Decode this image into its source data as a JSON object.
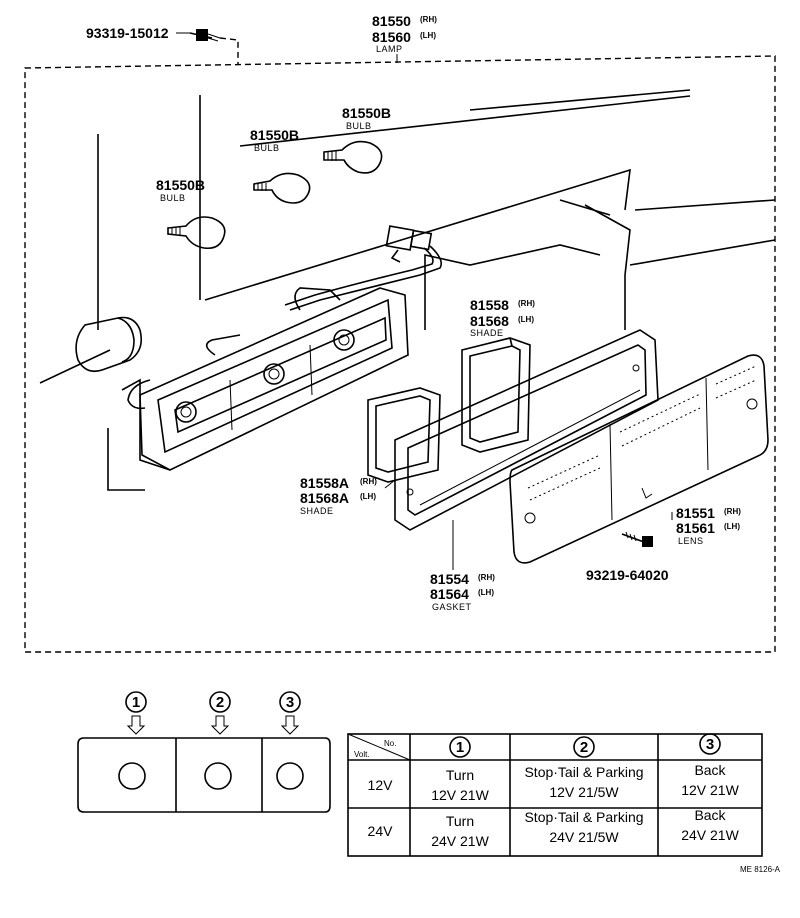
{
  "parts": {
    "screw_top": {
      "number": "93319-15012"
    },
    "lamp": {
      "number_rh": "81550",
      "number_lh": "81560",
      "side_rh": "(RH)",
      "side_lh": "(LH)",
      "name": "LAMP"
    },
    "bulb_a": {
      "number": "81550B",
      "name": "BULB"
    },
    "bulb_b": {
      "number": "81550B",
      "name": "BULB"
    },
    "bulb_c": {
      "number": "81550B",
      "name": "BULB"
    },
    "shade_upper": {
      "number_rh": "81558",
      "number_lh": "81568",
      "side_rh": "(RH)",
      "side_lh": "(LH)",
      "name": "SHADE"
    },
    "shade_lower": {
      "number_rh": "81558A",
      "number_lh": "81568A",
      "side_rh": "(RH)",
      "side_lh": "(LH)",
      "name": "SHADE"
    },
    "gasket": {
      "number_rh": "81554",
      "number_lh": "81564",
      "side_rh": "(RH)",
      "side_lh": "(LH)",
      "name": "GASKET"
    },
    "lens": {
      "number_rh": "81551",
      "number_lh": "81561",
      "side_rh": "(RH)",
      "side_lh": "(LH)",
      "name": "LENS"
    },
    "screw_lens": {
      "number": "93219-64020"
    }
  },
  "positions": [
    "1",
    "2",
    "3"
  ],
  "table": {
    "corner_top": "No.",
    "corner_bottom": "Volt.",
    "headers": [
      "1",
      "2",
      "3"
    ],
    "rows": [
      {
        "volt": "12V",
        "cells": [
          {
            "line1": "Turn",
            "line2": "12V 21W"
          },
          {
            "line1": "Stop·Tail & Parking",
            "line2": "12V 21/5W"
          },
          {
            "line1": "Back",
            "line2": "12V 21W"
          }
        ]
      },
      {
        "volt": "24V",
        "cells": [
          {
            "line1": "Turn",
            "line2": "24V 21W"
          },
          {
            "line1": "Stop·Tail & Parking",
            "line2": "24V 21/5W"
          },
          {
            "line1": "Back",
            "line2": "24V 21W"
          }
        ]
      }
    ]
  },
  "drawing_code": "ME 8126-A"
}
